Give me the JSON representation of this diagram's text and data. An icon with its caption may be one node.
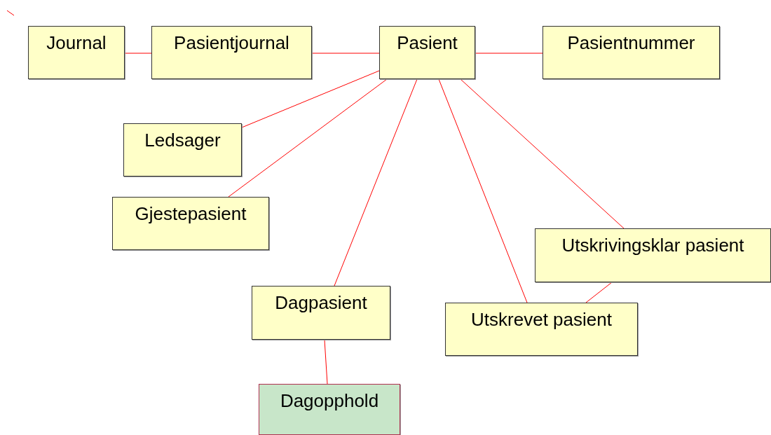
{
  "diagram": {
    "nodes": [
      {
        "text": [
          "Journal"
        ]
      },
      {
        "text": [
          "Pasientjournal"
        ]
      },
      {
        "text": [
          "Pasient"
        ]
      },
      {
        "text": [
          "Pasientnummer"
        ]
      },
      {
        "text": [
          "Ledsager"
        ]
      },
      {
        "text": [
          "Gjestepasient"
        ]
      },
      {
        "text": [
          "Dagpasient"
        ]
      },
      {
        "text": [
          "Utskrivingsklar pasient"
        ]
      },
      {
        "text": [
          "Utskrevet pasient"
        ]
      },
      {
        "text": [
          "Dagopphold"
        ]
      }
    ],
    "edges": [
      {
        "from": 0,
        "to": 1,
        "arrow": "none"
      },
      {
        "from": 1,
        "to": 2,
        "arrow": "none"
      },
      {
        "from": 2,
        "to": 3,
        "arrow": "none"
      },
      {
        "from": 2,
        "to": 4,
        "arrow": "none"
      },
      {
        "from": 2,
        "to": 5,
        "arrow": "none"
      },
      {
        "from": 2,
        "to": 6,
        "arrow": "none"
      },
      {
        "from": 2,
        "to": 8,
        "arrow": "none"
      },
      {
        "from": 2,
        "to": 7,
        "arrow": "none"
      },
      {
        "from": 7,
        "to": 8,
        "arrow": "none"
      },
      {
        "from": 6,
        "to": 9,
        "arrow": "none"
      }
    ]
  }
}
